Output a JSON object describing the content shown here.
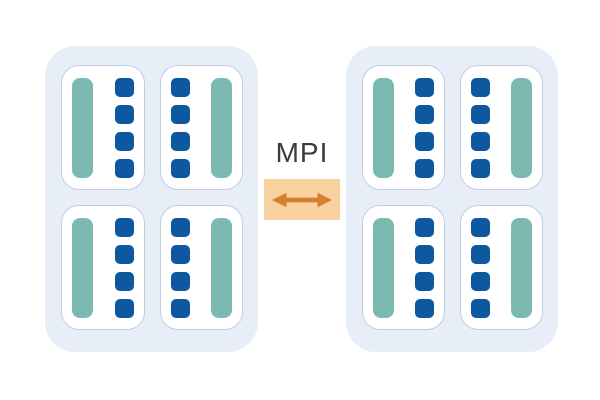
{
  "diagram": {
    "kind": "mpi-internode-communication",
    "link": {
      "label": "MPI"
    },
    "colors": {
      "node_bg": "#E8EEF8",
      "card_bg": "#FFFFFF",
      "card_border": "#C4CDE0",
      "teal": "#7CB9B1",
      "blue": "#0E58A0",
      "link_bg": "#FAD2A2",
      "arrow": "#D3802F",
      "label_color": "#3B3B3B"
    },
    "nodes": [
      {
        "name": "node-left",
        "sockets": [
          {
            "teal_side": "left",
            "squares": 4
          },
          {
            "teal_side": "right",
            "squares": 4
          },
          {
            "teal_side": "left",
            "squares": 4
          },
          {
            "teal_side": "right",
            "squares": 4
          }
        ]
      },
      {
        "name": "node-right",
        "sockets": [
          {
            "teal_side": "left",
            "squares": 4
          },
          {
            "teal_side": "right",
            "squares": 4
          },
          {
            "teal_side": "left",
            "squares": 4
          },
          {
            "teal_side": "right",
            "squares": 4
          }
        ]
      }
    ]
  }
}
